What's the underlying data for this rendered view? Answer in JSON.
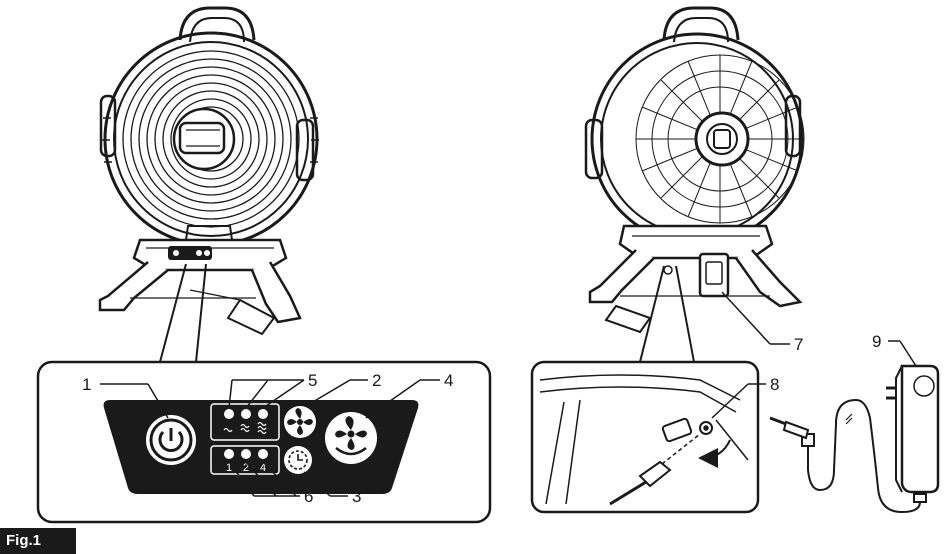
{
  "figure": {
    "label": "Fig.1"
  },
  "callouts": [
    "1",
    "2",
    "3",
    "4",
    "5",
    "6",
    "7",
    "8",
    "9"
  ],
  "panel": {
    "timer_marks": [
      "1",
      "2",
      "4"
    ]
  },
  "colors": {
    "ink": "#1a1a1a",
    "paper": "#ffffff",
    "grey": "#8a8a8a"
  },
  "icons": [
    "power-icon",
    "fan-speed-icon",
    "timer-icon",
    "swing-fan-icon",
    "wind-wave-icon"
  ]
}
